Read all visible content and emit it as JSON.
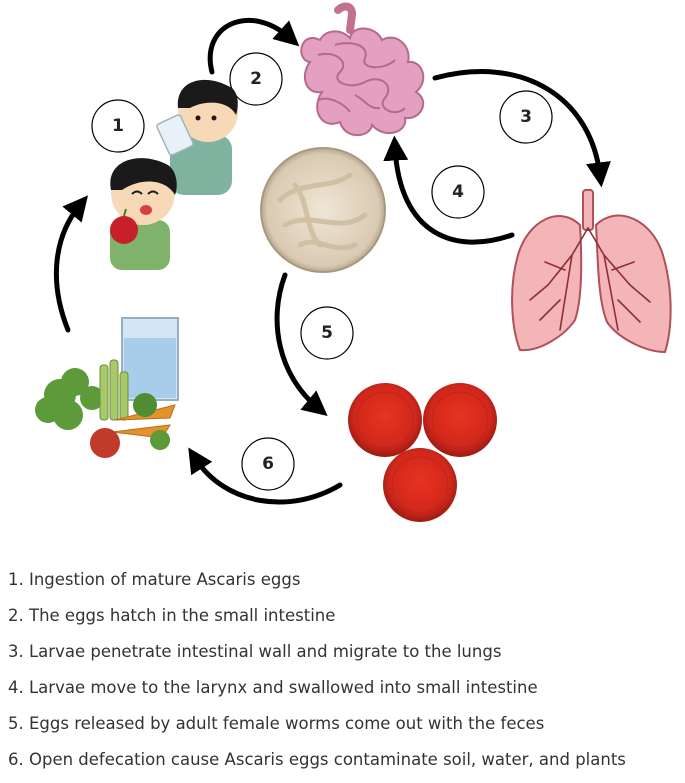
{
  "steps": [
    {
      "number": "1",
      "text": "1. Ingestion of mature Ascaris eggs"
    },
    {
      "number": "2",
      "text": "2. The eggs hatch in the small intestine"
    },
    {
      "number": "3",
      "text": "3. Larvae penetrate intestinal wall and migrate to the lungs"
    },
    {
      "number": "4",
      "text": "4. Larvae move to the larynx and swallowed into small intestine"
    },
    {
      "number": "5",
      "text": "5. Eggs released by adult female worms come out with the feces"
    },
    {
      "number": "6",
      "text": "6. Open defecation cause Ascaris eggs contaminate soil, water, and plants"
    }
  ],
  "illustrations": [
    "children-eating-drinking",
    "small-intestine",
    "lungs",
    "adult-worms",
    "ascaris-eggs",
    "vegetables-and-water"
  ],
  "colors": {
    "arrow": "#000000",
    "intestine": "#e3a0c0",
    "lungs": "#f3b5b8",
    "egg": "#d7261c",
    "skin": "#f7d9b8",
    "shirt": "#7fb36b"
  }
}
